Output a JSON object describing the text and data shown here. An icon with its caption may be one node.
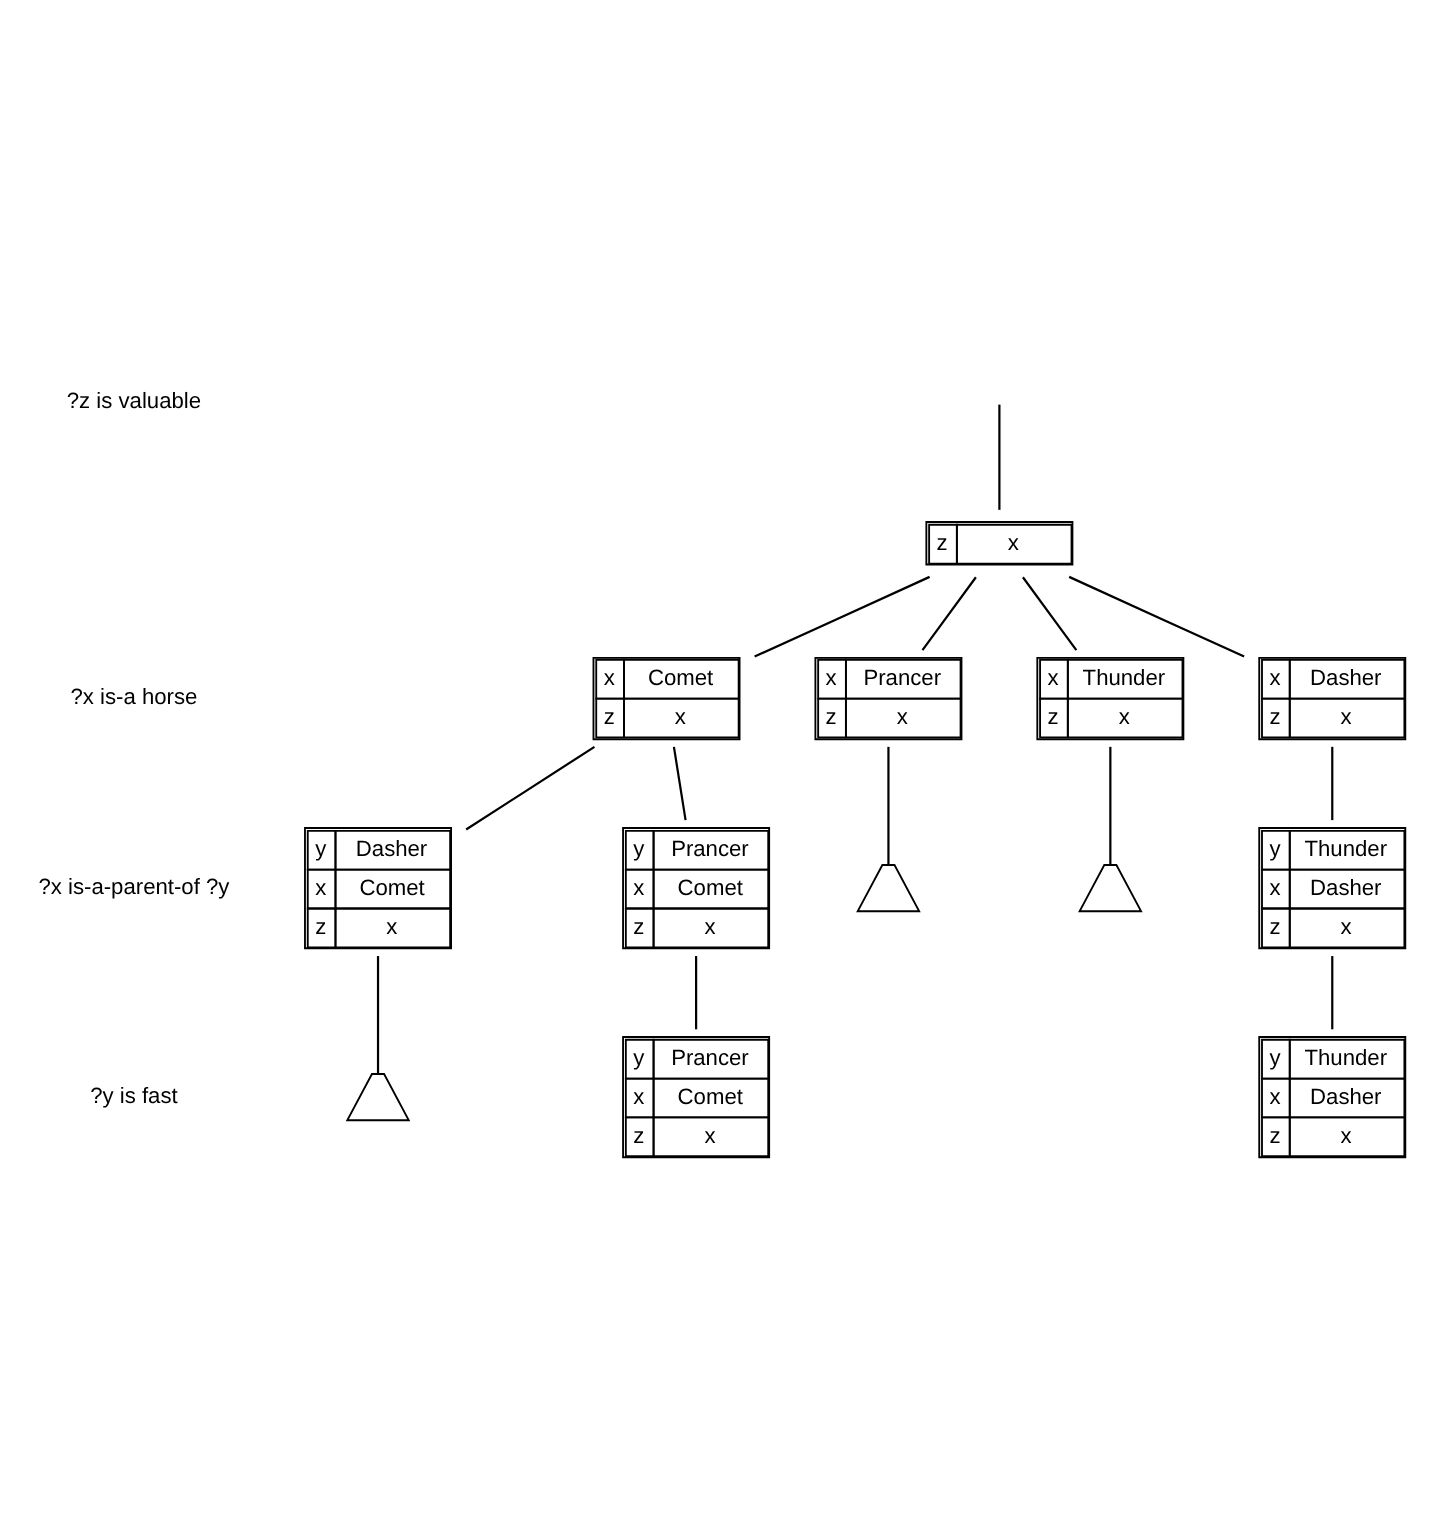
{
  "diagram": {
    "nodes": [
      {
        "text": [
          "z",
          "x"
        ]
      },
      {
        "text": [
          "x",
          "Comet",
          "z",
          "x"
        ]
      },
      {
        "text": [
          "x",
          "Prancer",
          "z",
          "x"
        ]
      },
      {
        "text": [
          "x",
          "Thunder",
          "z",
          "x"
        ]
      },
      {
        "text": [
          "x",
          "Dasher",
          "z",
          "x"
        ]
      },
      {
        "text": [],
        "shape": "cross"
      },
      {
        "text": [],
        "shape": "cross"
      },
      {
        "text": [
          "y",
          "Dasher",
          "x",
          "Comet",
          "z",
          "x"
        ]
      },
      {
        "text": [
          "y",
          "Prancer",
          "x",
          "Comet",
          "z",
          "x"
        ]
      },
      {
        "text": [
          "y",
          "Thunder",
          "x",
          "Dasher",
          "z",
          "x"
        ]
      },
      {
        "text": [],
        "shape": "cross"
      },
      {
        "text": [
          "y",
          "Prancer",
          "x",
          "Comet",
          "z",
          "x"
        ]
      },
      {
        "text": [
          "y",
          "Thunder",
          "x",
          "Dasher",
          "z",
          "x"
        ]
      }
    ],
    "edges": [
      {
        "from": null,
        "to": 0,
        "arrow": "none"
      },
      {
        "from": 0,
        "to": 1,
        "arrow": "none"
      },
      {
        "from": 0,
        "to": 2,
        "arrow": "none"
      },
      {
        "from": 0,
        "to": 3,
        "arrow": "none"
      },
      {
        "from": 0,
        "to": 4,
        "arrow": "none"
      },
      {
        "from": 2,
        "to": 5,
        "arrow": "none"
      },
      {
        "from": 3,
        "to": 6,
        "arrow": "none"
      },
      {
        "from": 1,
        "to": 7,
        "arrow": "none"
      },
      {
        "from": 1,
        "to": 8,
        "arrow": "none"
      },
      {
        "from": 4,
        "to": 9,
        "arrow": "none"
      },
      {
        "from": 7,
        "to": 10,
        "arrow": "none"
      },
      {
        "from": 8,
        "to": 11,
        "arrow": "none"
      },
      {
        "from": 9,
        "to": 12,
        "arrow": "none"
      }
    ],
    "labels": [
      "?z is valuable",
      "?x is-a horse",
      "?x is-a-parent-of ?y",
      "?y is fast"
    ]
  }
}
